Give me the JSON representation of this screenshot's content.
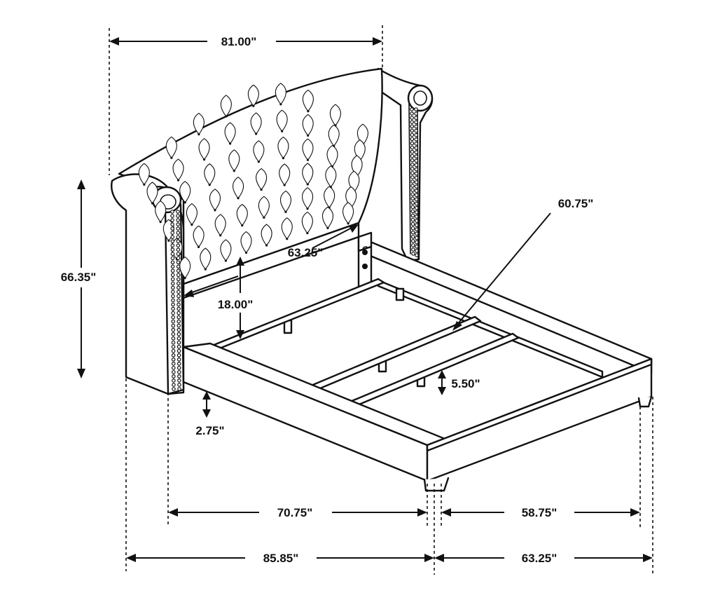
{
  "dimensions": {
    "headboard_width": "81.00\"",
    "overall_height": "66.35\"",
    "headboard_inner_width": "63.25\"",
    "headboard_panel_height": "18.00\"",
    "slat_length": "60.75\"",
    "rail_height": "5.50\"",
    "clearance": "2.75\"",
    "inner_length": "70.75\"",
    "inner_width": "58.75\"",
    "overall_length": "85.85\"",
    "overall_width": "63.25\""
  },
  "colors": {
    "line": "#111111",
    "background": "#ffffff"
  }
}
